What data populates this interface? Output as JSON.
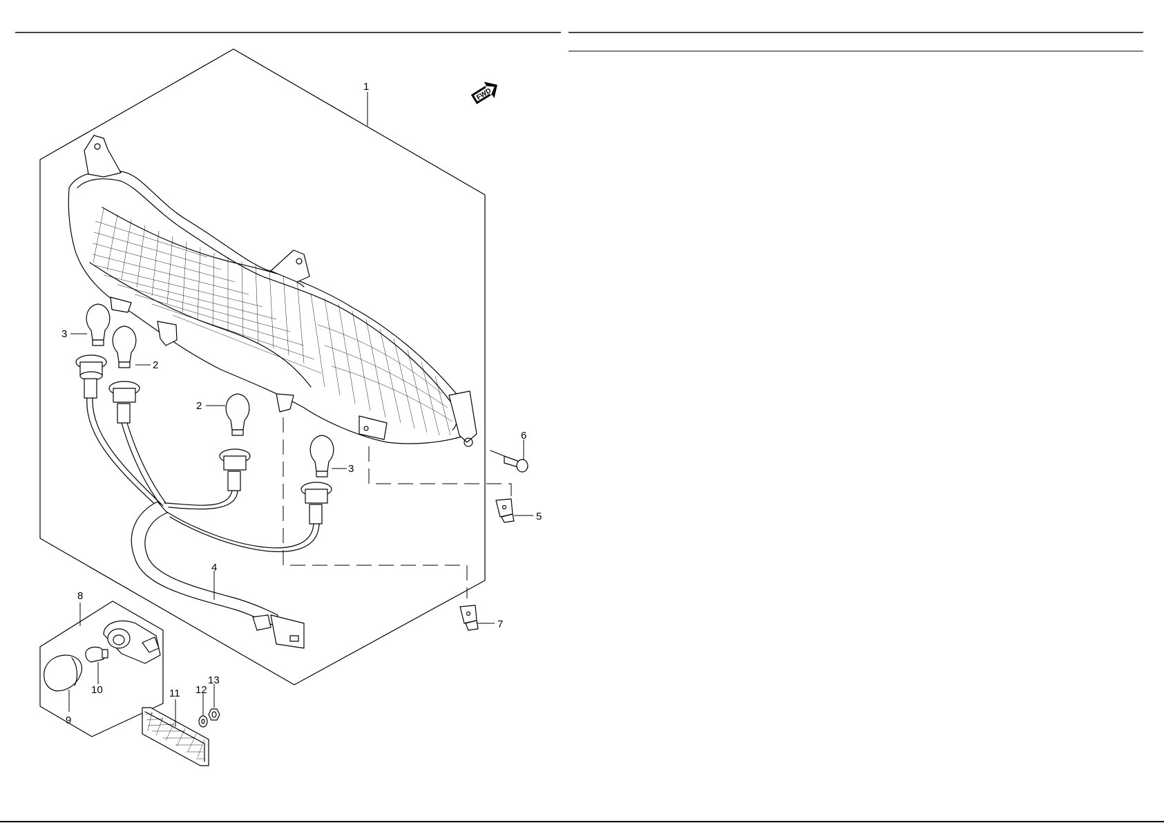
{
  "diagram": {
    "fwd_marker": {
      "label": "FWD",
      "icon": "forward-arrow-icon"
    },
    "callouts": [
      {
        "id": "c1",
        "label": "1"
      },
      {
        "id": "c2a",
        "label": "2"
      },
      {
        "id": "c2b",
        "label": "2"
      },
      {
        "id": "c3a",
        "label": "3"
      },
      {
        "id": "c3b",
        "label": "3"
      },
      {
        "id": "c4",
        "label": "4"
      },
      {
        "id": "c5",
        "label": "5"
      },
      {
        "id": "c6",
        "label": "6"
      },
      {
        "id": "c7",
        "label": "7"
      },
      {
        "id": "c8",
        "label": "8"
      },
      {
        "id": "c9",
        "label": "9"
      },
      {
        "id": "c10",
        "label": "10"
      },
      {
        "id": "c11",
        "label": "11"
      },
      {
        "id": "c12",
        "label": "12"
      },
      {
        "id": "c13",
        "label": "13"
      }
    ]
  }
}
